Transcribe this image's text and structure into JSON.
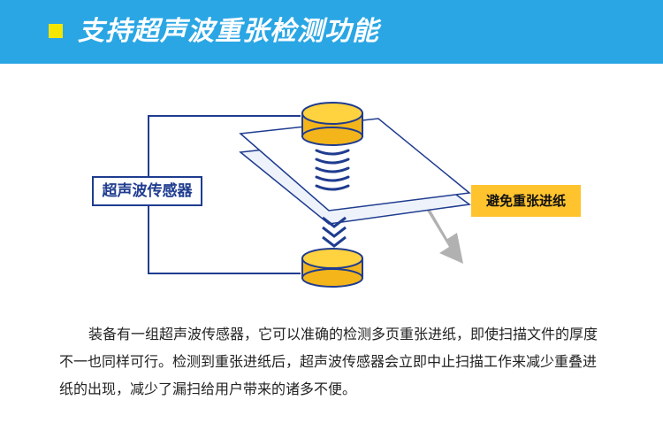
{
  "header": {
    "title": "支持超声波重张检测功能",
    "bullet_color": "#f3e600",
    "background": "#2aa6e4"
  },
  "diagram": {
    "sensor_label": "超声波传感器",
    "avoid_label": "避免重张进纸",
    "accent_color": "#ffc32e",
    "line_color": "#1f3c8f"
  },
  "description": "装备有一组超声波传感器，它可以准确的检测多页重张进纸，即使扫描文件的厚度不一也同样可行。检测到重张进纸后，超声波传感器会立即中止扫描工作来减少重叠进纸的出现，减少了漏扫给用户带来的诸多不便。"
}
